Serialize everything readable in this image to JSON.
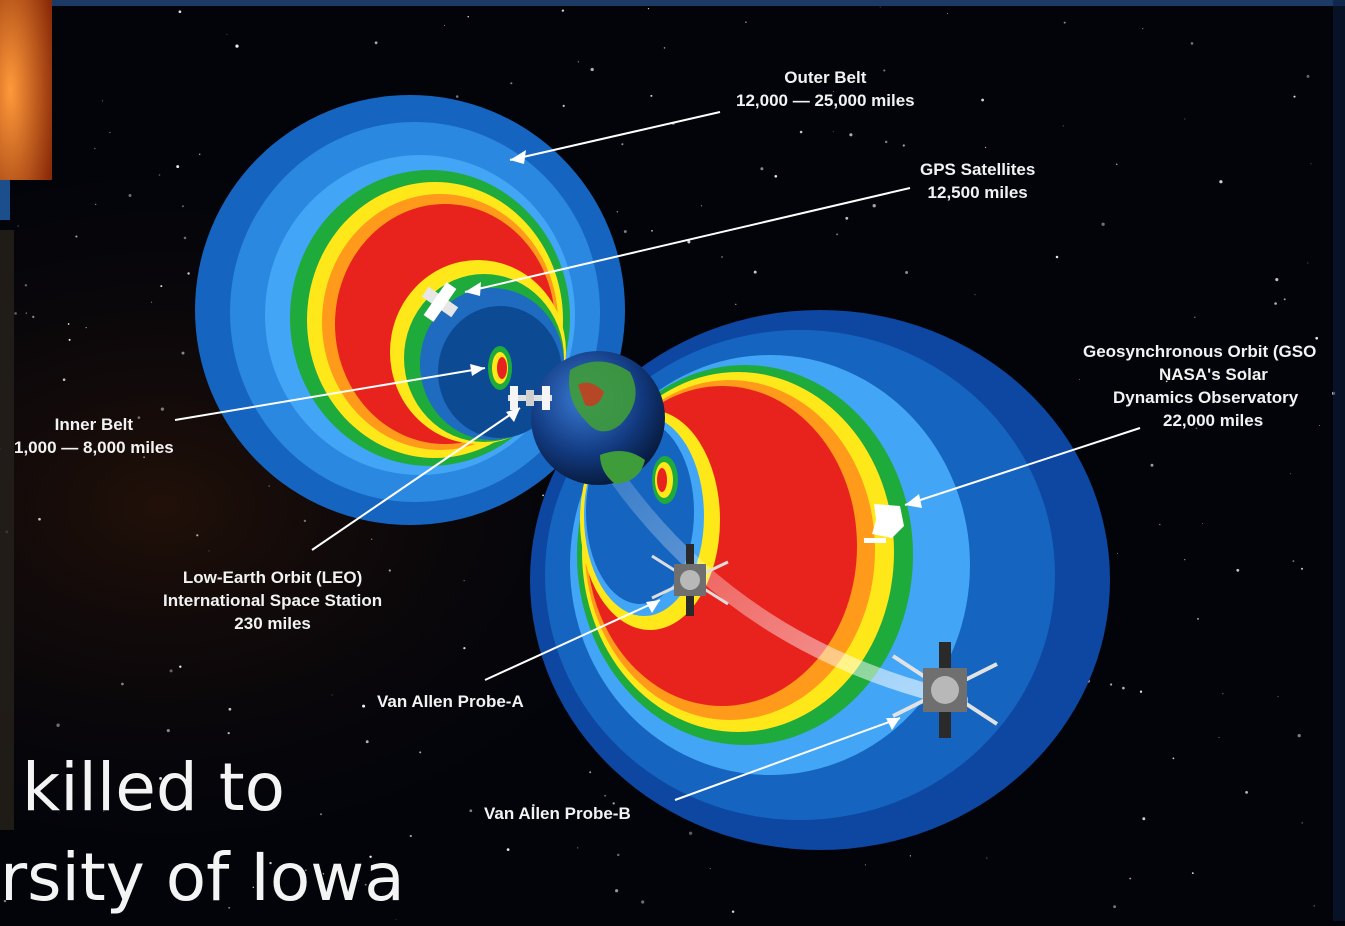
{
  "labels": {
    "outer_belt": {
      "title": "Outer Belt",
      "detail": "12,000 — 25,000 miles"
    },
    "gps": {
      "title": "GPS Satellites",
      "detail": "12,500 miles"
    },
    "gso": {
      "title": "Geosynchronous Orbit (GSO",
      "line2": "NASA's Solar",
      "line3": "Dynamics Observatory",
      "detail": "22,000 miles"
    },
    "inner_belt": {
      "title": "Inner Belt",
      "detail": "1,000 — 8,000 miles"
    },
    "leo": {
      "title": "Low-Earth Orbit (LEO)",
      "line2": "International Space Station",
      "detail": "230 miles"
    },
    "probe_a": {
      "title": "Van Allen Probe-A"
    },
    "probe_b": {
      "title": "Van Allen Probe-B"
    }
  },
  "slide_text": {
    "line1": "killed to",
    "line2": "rsity of Iowa"
  },
  "colors": {
    "space": "#02040a",
    "belt_outer_blue": "#1565c0",
    "belt_light_blue": "#42a5f5",
    "belt_green": "#1faa3c",
    "belt_yellow": "#ffe81a",
    "belt_orange": "#ff9a1a",
    "belt_red": "#e8231d",
    "slide_frame": "#1b3a66"
  },
  "icons": [
    "earth-icon",
    "gps-satellite-icon",
    "iss-icon",
    "sdo-satellite-icon",
    "van-allen-probe-a-icon",
    "van-allen-probe-b-icon"
  ]
}
